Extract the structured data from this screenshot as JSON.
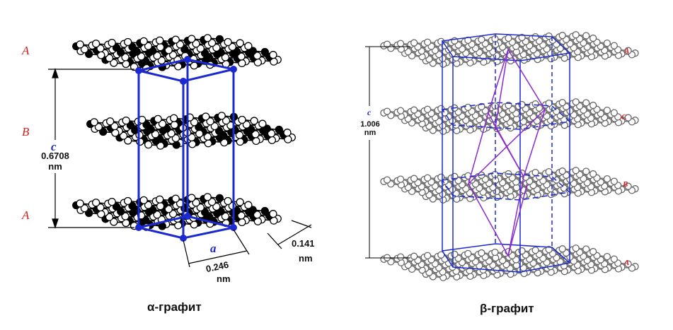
{
  "alpha": {
    "caption": "α-графит",
    "layer_labels": [
      "A",
      "B",
      "A"
    ],
    "c_symbol": "c",
    "c_value": "0.6708",
    "c_unit": "nm",
    "a_symbol": "a",
    "a_value": "0.246",
    "a_unit": "nm",
    "bond_value": "0.141",
    "bond_unit": "nm"
  },
  "beta": {
    "caption": "β-графит",
    "layer_labels": [
      "A",
      "C",
      "B",
      "A"
    ],
    "c_symbol": "c",
    "c_value": "1.006",
    "c_unit": "nm"
  },
  "colors": {
    "cell": "#1a2ad0",
    "rhombo": "#8a2ad0",
    "label": "#d42020",
    "atom_grey": "#777777"
  }
}
